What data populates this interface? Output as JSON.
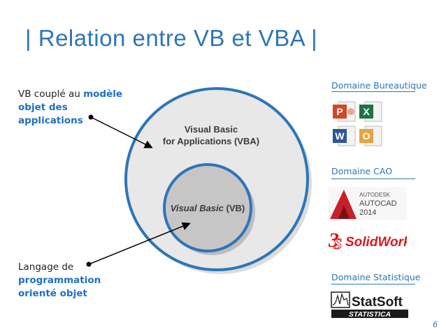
{
  "title": "| Relation entre VB et VBA |",
  "notes": {
    "top": {
      "text": "VB couplé au ",
      "highlight": "modèle objet des applications"
    },
    "bottom": {
      "text": "Langage de ",
      "highlight": "programmation orienté objet"
    }
  },
  "diagram": {
    "outer_label_line1": "Visual Basic",
    "outer_label_line2": "for Applications (VBA)",
    "inner_label_italic": "Visual Basic",
    "inner_label_rest": " (VB)"
  },
  "domains": [
    {
      "title": "Domaine Bureautique",
      "logos": [
        "powerpoint-icon",
        "excel-icon",
        "word-icon",
        "outlook-icon"
      ]
    },
    {
      "title": "Domaine CAO",
      "logos": [
        "autocad-logo",
        "solidworks-logo"
      ]
    },
    {
      "title": "Domaine Statistique",
      "logos": [
        "statsoft-statistica-logo"
      ]
    }
  ],
  "logo_text": {
    "autodesk": "AUTODESK",
    "autocad": "AUTOCAD",
    "autocad_year": "2014",
    "solidworks": "SolidWorks",
    "statsoft": "StatSoft",
    "statistica": "STATISTICA"
  },
  "page_number": "6",
  "colors": {
    "accent": "#2e75b6",
    "highlight": "#1f6fc4",
    "circle_fill": "#e8e8e8",
    "inner_fill": "#c6c6c6"
  }
}
